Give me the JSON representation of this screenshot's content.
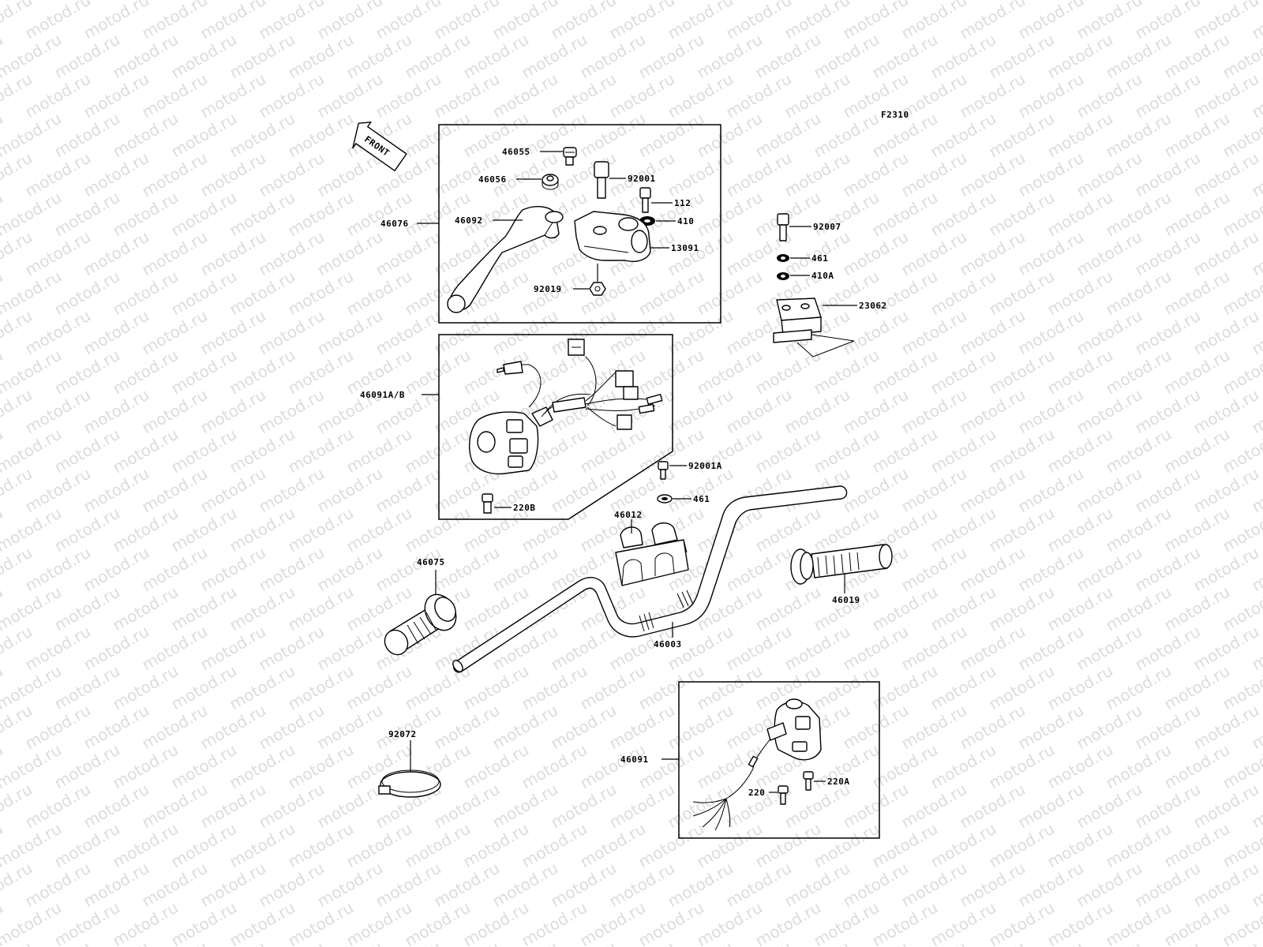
{
  "watermark": "motod.ru",
  "figure_code": "F2310",
  "front_label": "FRONT",
  "labels": {
    "l46055": "46055",
    "l46056": "46056",
    "l92001": "92001",
    "l112": "112",
    "l410": "410",
    "l46076": "46076",
    "l46092": "46092",
    "l13091": "13091",
    "l92019": "92019",
    "l92007": "92007",
    "l461a": "461",
    "l410a": "410A",
    "l23062": "23062",
    "l46091ab": "46091A/B",
    "l92001a": "92001A",
    "l461b": "461",
    "l220b": "220B",
    "l46012": "46012",
    "l46075": "46075",
    "l46019": "46019",
    "l46003": "46003",
    "l92072": "92072",
    "l46091": "46091",
    "l220": "220",
    "l220a": "220A"
  }
}
